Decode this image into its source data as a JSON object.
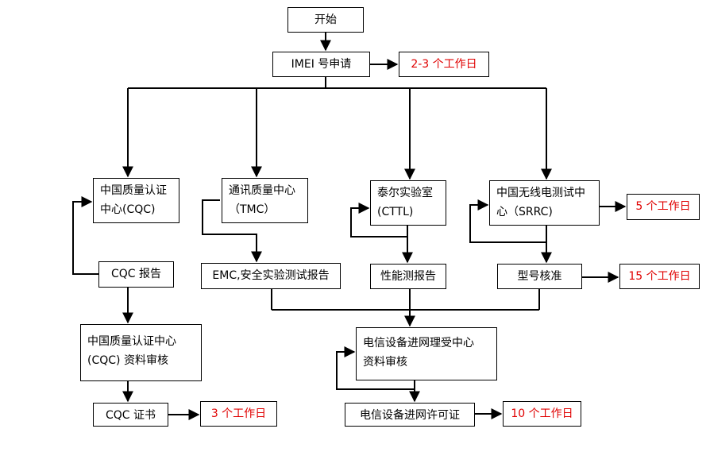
{
  "nodes": {
    "start": "开始",
    "imei": "IMEI 号申请",
    "imei_time": "2-3 个工作日",
    "cqc_center": [
      "中国质量认证",
      "中心(CQC)"
    ],
    "tmc": [
      "通讯质量中心",
      "（TMC）"
    ],
    "cttl": [
      "泰尔实验室",
      "(CTTL)"
    ],
    "srrc": [
      "中国无线电测试中",
      "心（SRRC)"
    ],
    "srrc_time": "5 个工作日",
    "cqc_report": "CQC 报告",
    "emc_report": "EMC,安全实验测试报告",
    "perf_report": "性能测报告",
    "type_approval": "型号核准",
    "type_approval_time": "15 个工作日",
    "cqc_review": [
      "中国质量认证中心",
      "(CQC) 资料审核"
    ],
    "telecom_review": [
      "电信设备进网理受中心",
      "资料审核"
    ],
    "cqc_cert": "CQC 证书",
    "cqc_cert_time": "3 个工作日",
    "telecom_license": "电信设备进网许可证",
    "telecom_license_time": "10 个工作日"
  },
  "colors": {
    "line": "#000000",
    "time_text": "#e00000"
  }
}
